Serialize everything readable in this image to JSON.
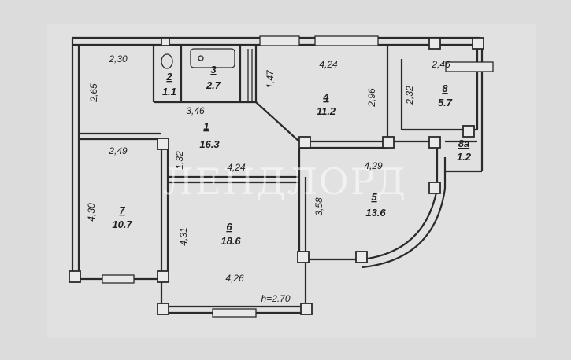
{
  "watermark": "ЛЕНДЛОРД",
  "ceiling_height": "h=2.70",
  "rooms": [
    {
      "id": "1",
      "area": "16.3"
    },
    {
      "id": "2",
      "area": "1.1"
    },
    {
      "id": "3",
      "area": "2.7"
    },
    {
      "id": "4",
      "area": "11.2"
    },
    {
      "id": "5",
      "area": "13.6"
    },
    {
      "id": "6",
      "area": "18.6"
    },
    {
      "id": "7",
      "area": "10.7"
    },
    {
      "id": "8",
      "area": "5.7"
    },
    {
      "id": "8a",
      "area": "1.2"
    }
  ],
  "dimensions": {
    "top_left_width": "2,30",
    "left_hall_height": "2,65",
    "hall_width": "3,46",
    "bath_corridor": "1,47",
    "room4_width": "4,24",
    "room4_height": "2,96",
    "room8_width": "2,46",
    "room8_height": "2,32",
    "room7_width": "2,49",
    "room7_height": "4,30",
    "hall_depth": "1,32",
    "room6_top": "4,24",
    "room6_height": "4,31",
    "room6_bottom": "4,26",
    "room5_width": "4,29",
    "room5_height": "3,58"
  }
}
